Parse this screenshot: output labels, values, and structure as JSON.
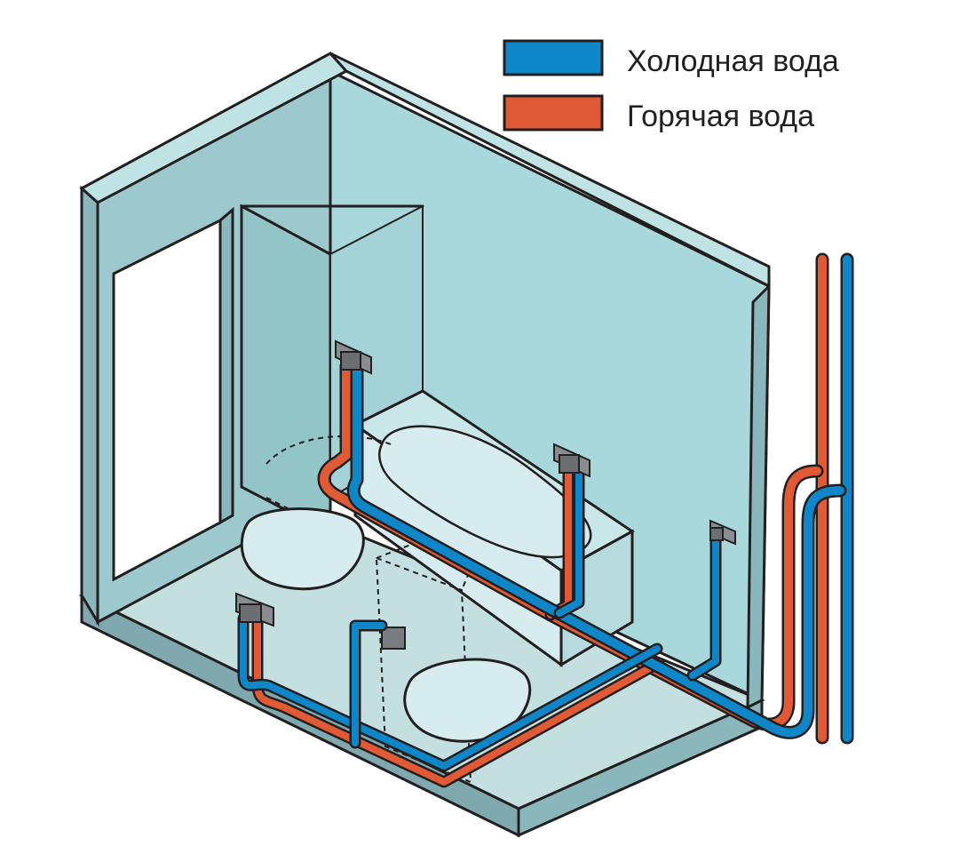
{
  "legend": {
    "items": [
      {
        "key": "cold",
        "label": "Холодная вода",
        "color": "#0e86c8"
      },
      {
        "key": "hot",
        "label": "Горячая вода",
        "color": "#e05a35"
      }
    ]
  },
  "colors": {
    "cold_pipe": "#0e86c8",
    "hot_pipe": "#e05a35",
    "wall_face": "#a8d8db",
    "wall_side": "#8ab7bc",
    "wall_top": "#bfe3e4",
    "floor": "#c4dfe0",
    "fixture_fill": "#d6ecee",
    "outline": "#231f20"
  },
  "icons": {
    "cold": "cold-water-swatch-icon",
    "hot": "hot-water-swatch-icon",
    "outlet": "pipe-outlet-icon"
  }
}
